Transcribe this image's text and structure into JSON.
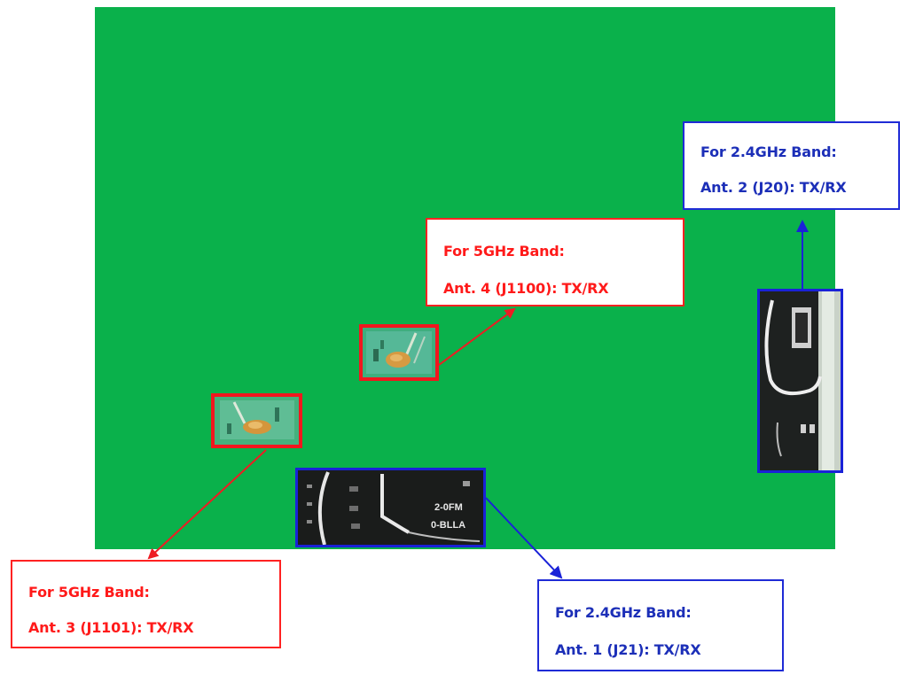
{
  "callouts": {
    "ant2": {
      "line1": "For 2.4GHz Band:",
      "line2": "Ant. 2 (J20): TX/RX"
    },
    "ant4": {
      "line1": "For 5GHz Band:",
      "line2": "Ant. 4 (J1100): TX/RX"
    },
    "ant3": {
      "line1": "For 5GHz Band:",
      "line2": "Ant. 3 (J1101): TX/RX"
    },
    "ant1": {
      "line1": "For 2.4GHz Band:",
      "line2": "Ant. 1 (J21): TX/RX"
    }
  },
  "connector_labels": {
    "j21_a": "2-0FM",
    "j21_b": "0-BLLA"
  },
  "colors": {
    "board": "#0ab14b",
    "band_5ghz": "#ff1a1a",
    "band_2_4ghz": "#1c2fb8"
  }
}
